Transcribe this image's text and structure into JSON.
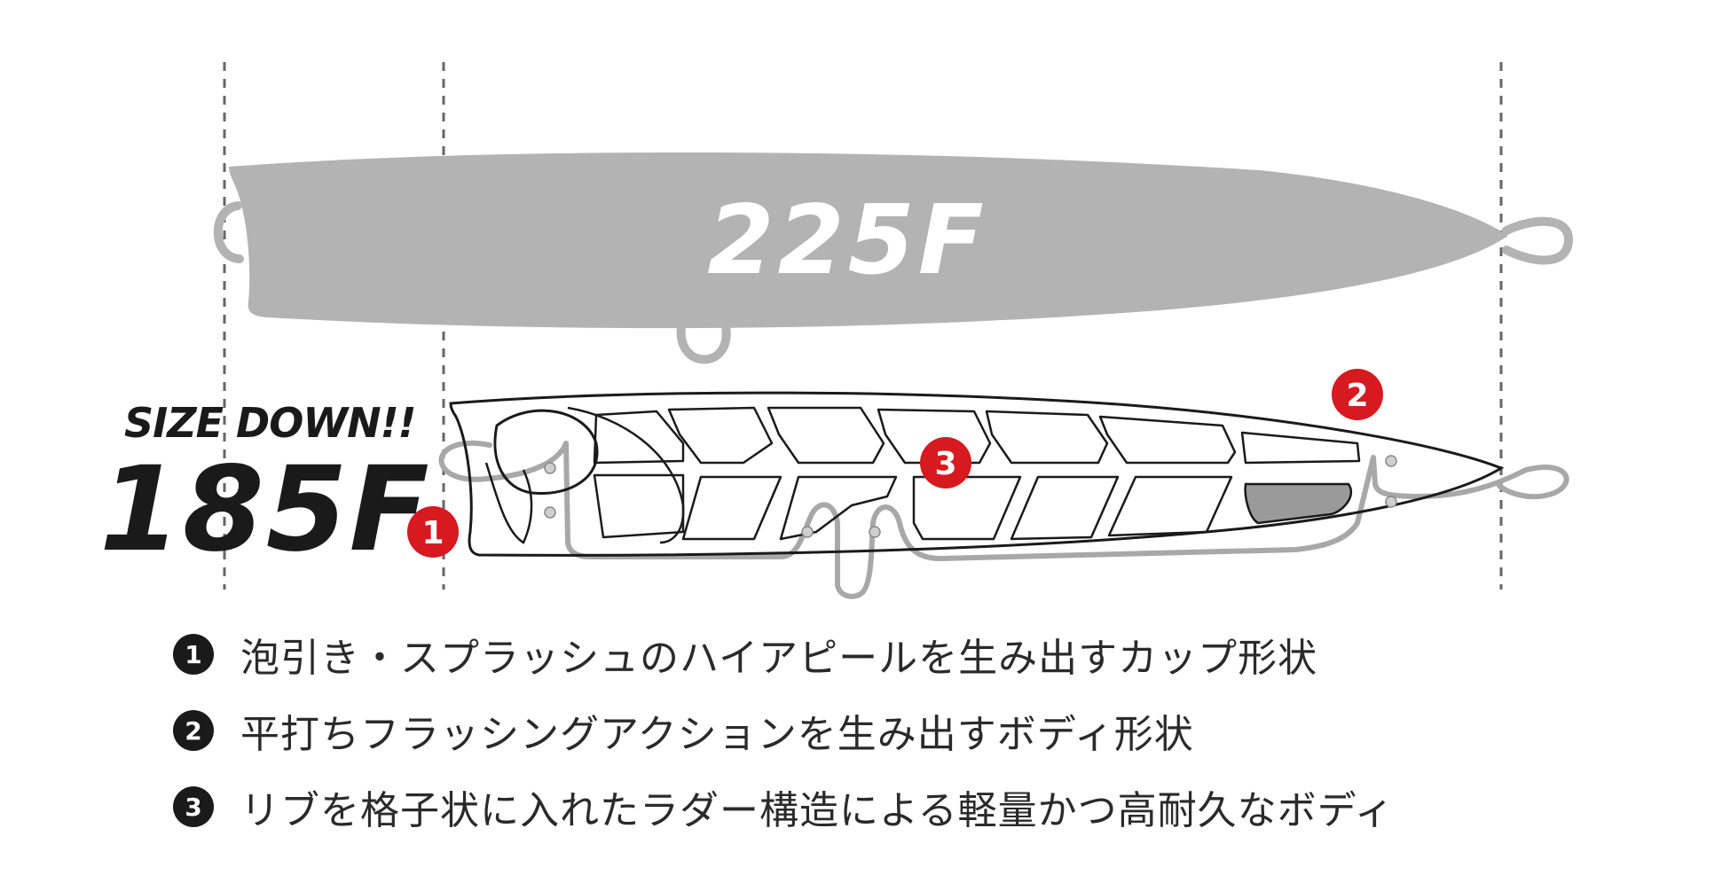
{
  "large_lure": {
    "model_label": "225F"
  },
  "small_lure": {
    "tagline": "SIZE DOWN!!",
    "model_label": "185F"
  },
  "callouts": [
    {
      "number": "1"
    },
    {
      "number": "2"
    },
    {
      "number": "3"
    }
  ],
  "legend": [
    {
      "number": "1",
      "text": "泡引き・スプラッシュのハイアピールを生み出すカップ形状"
    },
    {
      "number": "2",
      "text": "平打ちフラッシングアクションを生み出すボディ形状"
    },
    {
      "number": "3",
      "text": "リブを格子状に入れたラダー構造による軽量かつ高耐久なボディ"
    }
  ],
  "colors": {
    "large_body": "#b3b3b3",
    "outline": "#1a1a1a",
    "wire": "#a8a8a8",
    "callout_red": "#d71920",
    "label_dark": "#1a1a1a"
  }
}
